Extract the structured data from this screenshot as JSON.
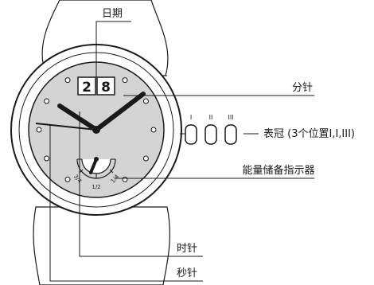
{
  "labels": {
    "date": "日期",
    "minute_hand": "分针",
    "crown": "表冠 (3个位置I,I,III)",
    "power_reserve": "能量储备指示器",
    "hour_hand": "时针",
    "second_hand": "秒针"
  },
  "date_window": {
    "digit1": "2",
    "digit2": "8"
  },
  "crown_positions": [
    "I",
    "II",
    "III"
  ],
  "power_reserve_scale": {
    "quarter": "1/4",
    "half": "1/2",
    "three_quarter": "3/4"
  },
  "colors": {
    "dial": "#d4d4d4",
    "ink": "#1a1a1a",
    "case": "#ffffff"
  }
}
